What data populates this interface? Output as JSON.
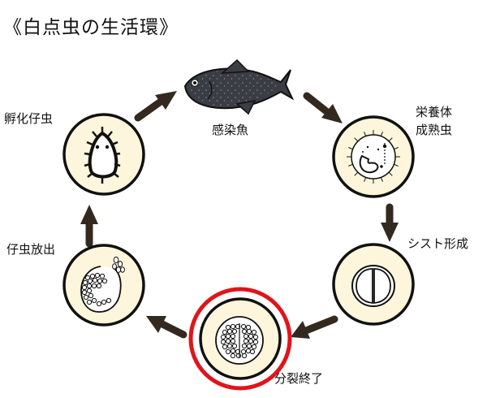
{
  "title": "《白点虫の生活環》",
  "stages": {
    "fish": "感染魚",
    "trophont_line1": "栄養体",
    "trophont_line2": "成熟虫",
    "cyst": "シスト形成",
    "division": "分裂終了",
    "release": "仔虫放出",
    "hatch": "孵化仔虫"
  },
  "colors": {
    "circle_fill": "#fdf6dc",
    "outline": "#111111",
    "arrow": "#33291f",
    "fish": "#3a3d44",
    "highlight": "#e0151b"
  }
}
